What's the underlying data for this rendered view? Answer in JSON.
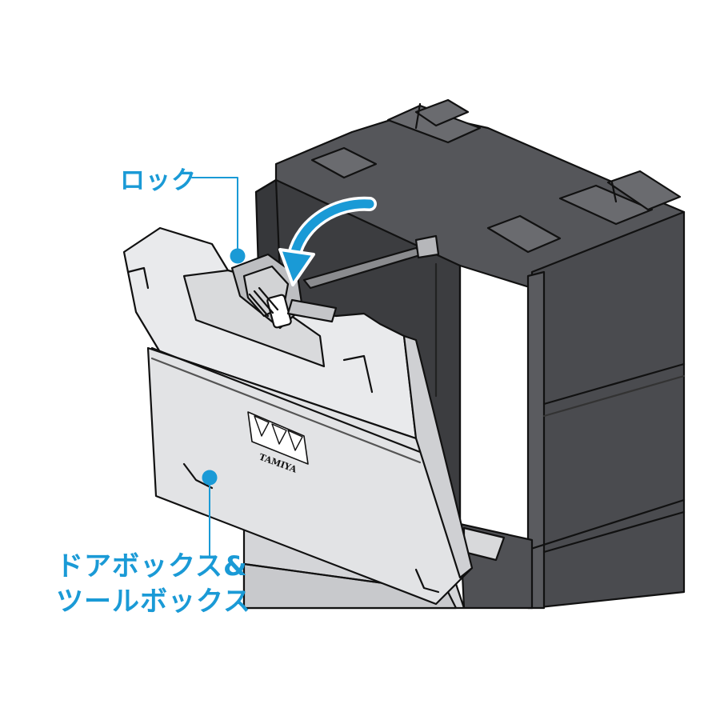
{
  "callouts": {
    "lock_label": "ロック",
    "box_label_line1": "ドアボックス&",
    "box_label_line2": "ツールボックス"
  },
  "brand": {
    "logo_text": "TAMIYA"
  },
  "colors": {
    "accent": "#1a9ad6",
    "case_dark": "#4a4b4e",
    "case_mid": "#5c5d61",
    "door_light": "#e2e3e5",
    "outline": "#111111"
  }
}
